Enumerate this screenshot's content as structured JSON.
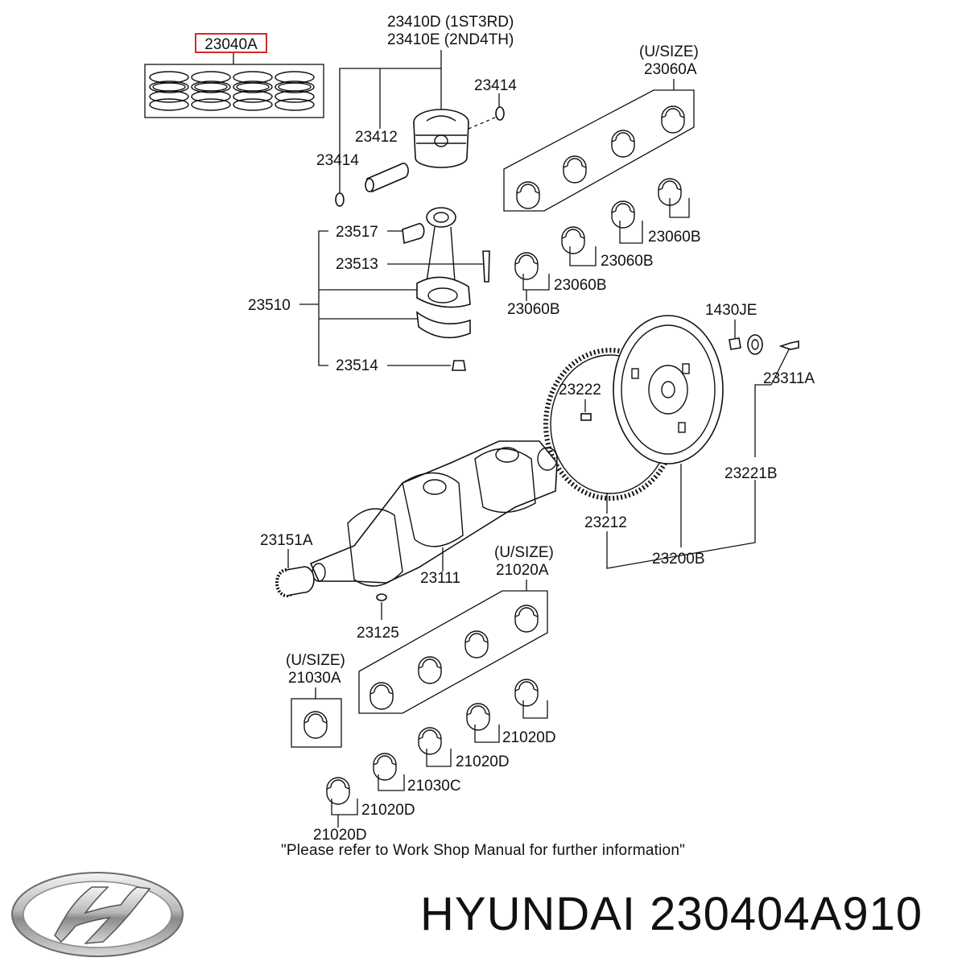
{
  "diagram": {
    "callouts": {
      "c_23040A": "23040A",
      "c_23410D": "23410D (1ST3RD)",
      "c_23410E": "23410E (2ND4TH)",
      "c_23414a": "23414",
      "c_23412": "23412",
      "c_23414b": "23414",
      "c_23517": "23517",
      "c_23513": "23513",
      "c_23510": "23510",
      "c_23514": "23514",
      "c_usize_top": "(U/SIZE)",
      "c_23060A": "23060A",
      "c_23060B_1": "23060B",
      "c_23060B_2": "23060B",
      "c_23060B_3": "23060B",
      "c_23060B_4": "23060B",
      "c_1430JE": "1430JE",
      "c_23311A": "23311A",
      "c_23222": "23222",
      "c_23221B": "23221B",
      "c_23212": "23212",
      "c_23200B": "23200B",
      "c_23151A": "23151A",
      "c_23111": "23111",
      "c_23125": "23125",
      "c_usize_mid": "(U/SIZE)",
      "c_21020A": "21020A",
      "c_usize_low": "(U/SIZE)",
      "c_21030A": "21030A",
      "c_21020D_1": "21020D",
      "c_21020D_2": "21020D",
      "c_21030C": "21030C",
      "c_21020D_3": "21020D",
      "c_21020D_4": "21020D"
    },
    "highlighted_part": "23040A",
    "highlight_color": "#d42a2a",
    "note": "\"Please refer to Work Shop Manual for further information\""
  },
  "footer": {
    "brand_logo": "hyundai-logo-icon",
    "caption": "HYUNDAI 230404A910"
  }
}
